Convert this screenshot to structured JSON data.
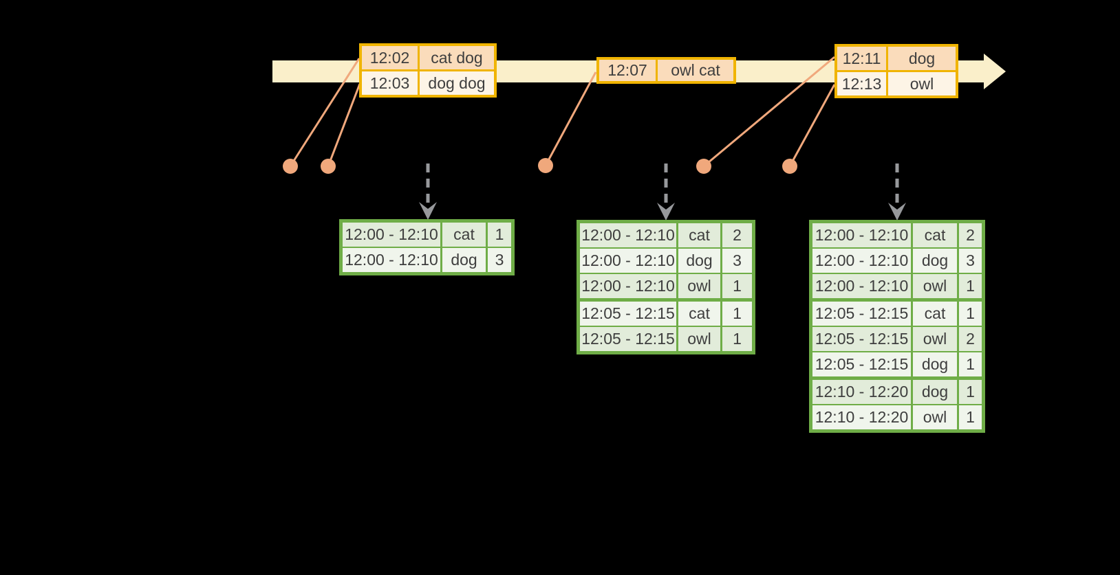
{
  "diagram": {
    "kind": "event-time windowed aggregation timeline",
    "timeline_direction": "left-to-right"
  },
  "colors": {
    "background": "#000000",
    "timeline_band": "#FAEFCA",
    "event_table_border": "#F0B400",
    "event_row_dark": "#FADCBB",
    "event_row_light": "#FDF4E6",
    "connector": "#F0A87C",
    "result_table_border": "#6FAD47",
    "result_row_sage": "#E2ECDA",
    "result_row_light": "#F0F5EC",
    "trigger_arrow": "#97999C",
    "text": "#3E3E3E"
  },
  "event_tables": [
    {
      "rows": [
        {
          "time": "12:02",
          "words": "cat dog"
        },
        {
          "time": "12:03",
          "words": "dog dog"
        }
      ]
    },
    {
      "rows": [
        {
          "time": "12:07",
          "words": "owl cat"
        }
      ]
    },
    {
      "rows": [
        {
          "time": "12:11",
          "words": "dog"
        },
        {
          "time": "12:13",
          "words": "owl"
        }
      ]
    }
  ],
  "result_tables": [
    {
      "rows": [
        {
          "window": "12:00 - 12:10",
          "word": "cat",
          "count": "1"
        },
        {
          "window": "12:00 - 12:10",
          "word": "dog",
          "count": "3"
        }
      ]
    },
    {
      "rows": [
        {
          "window": "12:00 - 12:10",
          "word": "cat",
          "count": "2"
        },
        {
          "window": "12:00 - 12:10",
          "word": "dog",
          "count": "3"
        },
        {
          "window": "12:00 - 12:10",
          "word": "owl",
          "count": "1"
        },
        {
          "window": "12:05 - 12:15",
          "word": "cat",
          "count": "1"
        },
        {
          "window": "12:05 - 12:15",
          "word": "owl",
          "count": "1"
        }
      ]
    },
    {
      "rows": [
        {
          "window": "12:00 - 12:10",
          "word": "cat",
          "count": "2"
        },
        {
          "window": "12:00 - 12:10",
          "word": "dog",
          "count": "3"
        },
        {
          "window": "12:00 - 12:10",
          "word": "owl",
          "count": "1"
        },
        {
          "window": "12:05 - 12:15",
          "word": "cat",
          "count": "1"
        },
        {
          "window": "12:05 - 12:15",
          "word": "owl",
          "count": "2"
        },
        {
          "window": "12:05 - 12:15",
          "word": "dog",
          "count": "1"
        },
        {
          "window": "12:10 - 12:20",
          "word": "dog",
          "count": "1"
        },
        {
          "window": "12:10 - 12:20",
          "word": "owl",
          "count": "1"
        }
      ]
    }
  ]
}
